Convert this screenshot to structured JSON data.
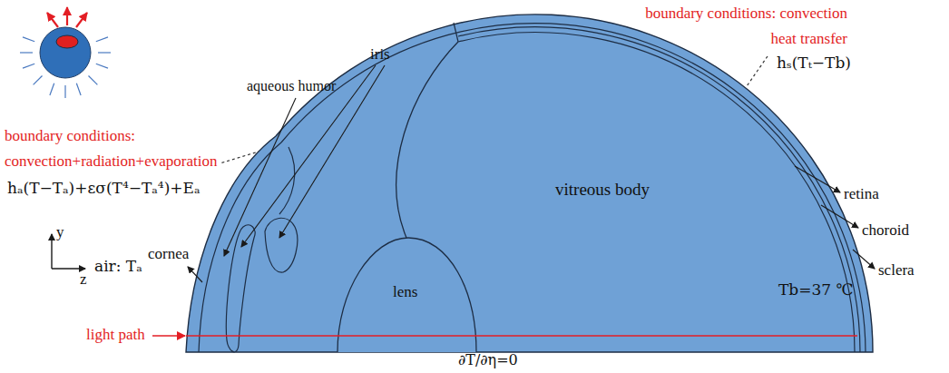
{
  "diagram": {
    "labels": [
      "boundary conditions: convection heat transfer",
      "hₛ(Tₜ−Tb)",
      "iris",
      "aqueous humor",
      "boundary conditions: convection+radiation+evaporation",
      "hₐ(T−Tₐ)+εσ(T⁴−Tₐ⁴)+Eₐ",
      "cornea",
      "vitreous body",
      "retina",
      "choroid",
      "sclera",
      "y",
      "z",
      "air: Tₐ",
      "lens",
      "light path",
      "Tb=37 ℃",
      "∂T/∂η=0"
    ]
  }
}
